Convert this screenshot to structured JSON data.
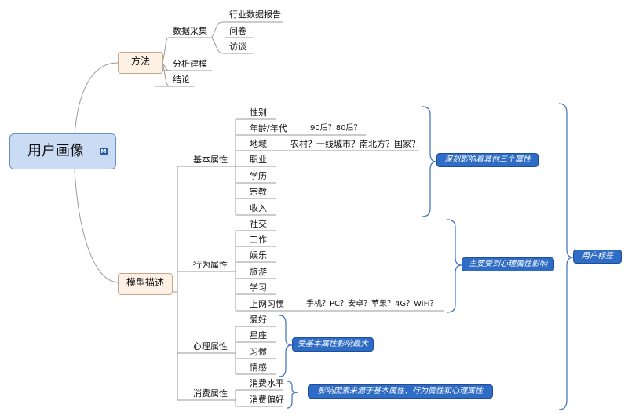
{
  "root": {
    "label": "用户画像",
    "marker": "M"
  },
  "method": {
    "label": "方法",
    "children": [
      {
        "label": "数据采集",
        "items": [
          "行业数据报告",
          "问卷",
          "访谈"
        ]
      },
      {
        "label": "分析建模"
      },
      {
        "label": "结论"
      }
    ]
  },
  "model": {
    "label": "模型描述",
    "basic": {
      "label": "基本属性",
      "items": [
        "性别",
        "年龄/年代",
        "地域",
        "职业",
        "学历",
        "宗教",
        "收入"
      ],
      "age_note": "90后？80后？",
      "region_note": "农村？一线城市？南北方？国家？",
      "callout": "深刻影响着其他三个属性"
    },
    "behavior": {
      "label": "行为属性",
      "items": [
        "社交",
        "工作",
        "娱乐",
        "旅游",
        "学习",
        "上网习惯"
      ],
      "net_note": "手机？PC？安卓？苹果？4G？WiFi？",
      "callout": "主要受到心理属性影响"
    },
    "psych": {
      "label": "心理属性",
      "items": [
        "爱好",
        "星座",
        "习惯",
        "情感"
      ],
      "callout": "受基本属性影响最大"
    },
    "consume": {
      "label": "消费属性",
      "items": [
        "消费水平",
        "消费偏好"
      ],
      "callout": "影响因素来源于基本属性、行为属性和心理属性"
    },
    "tag_callout": "用户标签"
  },
  "colors": {
    "line": "#9a9a9a",
    "brace": "#3b6fc4",
    "callout": "#2f6cc6"
  }
}
